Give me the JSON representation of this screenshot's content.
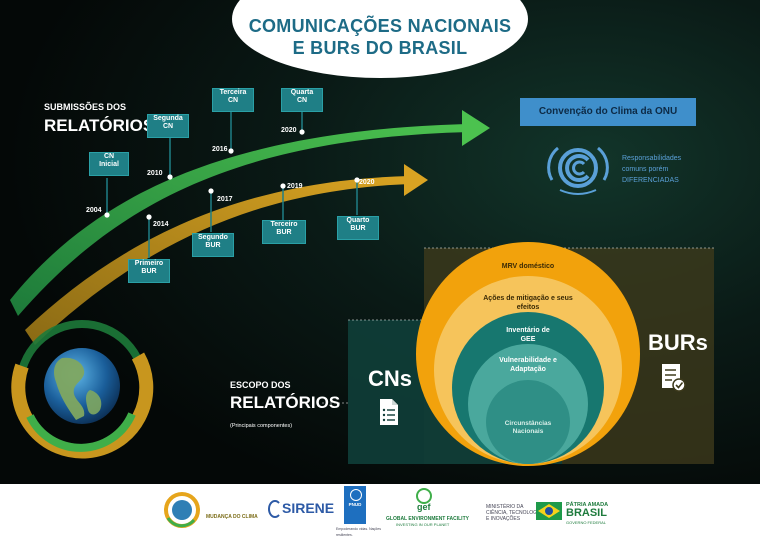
{
  "header": {
    "title_line1": "COMUNICAÇÕES NACIONAIS",
    "title_line2": "E BURs DO BRASIL"
  },
  "submissions": {
    "label_line1": "SUBMISSÕES DOS",
    "label_line2": "RELATÓRIOS",
    "cn_boxes": [
      {
        "line1": "CN",
        "line2": "Inicial"
      },
      {
        "line1": "Segunda",
        "line2": "CN"
      },
      {
        "line1": "Terceira",
        "line2": "CN"
      },
      {
        "line1": "Quarta",
        "line2": "CN"
      }
    ],
    "bur_boxes": [
      {
        "line1": "Primeiro",
        "line2": "BUR"
      },
      {
        "line1": "Segundo",
        "line2": "BUR"
      },
      {
        "line1": "Terceiro",
        "line2": "BUR"
      },
      {
        "line1": "Quarto",
        "line2": "BUR"
      }
    ],
    "cn_years": [
      "2004",
      "2010",
      "2016",
      "2020"
    ],
    "bur_years": [
      "2014",
      "2017",
      "2019",
      "2020"
    ]
  },
  "convention": {
    "label": "Convenção do Clima da ONU",
    "resp_line1": "Responsabilidades",
    "resp_line2": "comuns porém",
    "resp_line3": "DIFERENCIADAS"
  },
  "scope": {
    "label_line1": "ESCOPO DOS",
    "label_line2": "RELATÓRIOS",
    "note": "(Principais componentes)",
    "cns": "CNs",
    "burs": "BURs",
    "layers": [
      "MRV doméstico",
      "Ações de mitigação e seus efeitos",
      "Inventário de GEE",
      "Vulnerabilidade e Adaptação",
      "Circunstâncias Nacionais"
    ]
  },
  "footer": {
    "mudanca": "MUDANÇA DO CLIMA",
    "sirene": "SIRENE",
    "pnud": "PNUD",
    "pnud_sub": "Empoderando vidas. Nações resilientes.",
    "gef": "gef",
    "gef_sub1": "GLOBAL ENVIRONMENT FACILITY",
    "gef_sub2": "INVESTING IN OUR PLANET",
    "ministry_line1": "MINISTÉRIO DA",
    "ministry_line2": "CIÊNCIA, TECNOLOGIA",
    "ministry_line3": "E INOVAÇÕES",
    "brasil_line1": "PÁTRIA AMADA",
    "brasil_line2": "BRASIL",
    "brasil_line3": "GOVERNO FEDERAL"
  },
  "colors": {
    "teal": "#1f7f86",
    "green_arrow": "#3fae49",
    "gold_arrow": "#c8961e",
    "orange": "#f2a20c",
    "blue_label": "#5aa0d8"
  }
}
